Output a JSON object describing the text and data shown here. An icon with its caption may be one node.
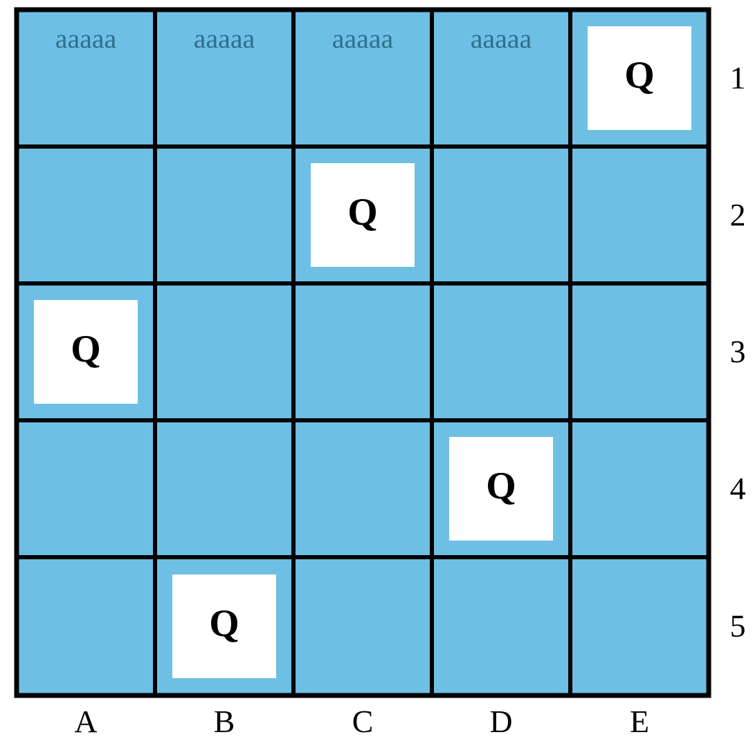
{
  "diagram": {
    "nodes": [
      {
        "text": [
          "Q"
        ]
      },
      {
        "text": [
          "Q"
        ]
      },
      {
        "text": [
          "Q"
        ]
      },
      {
        "text": [
          "Q"
        ]
      },
      {
        "text": [
          "Q"
        ]
      }
    ],
    "labels": [
      "aaaaa",
      "aaaaa",
      "aaaaa",
      "aaaaa",
      "1",
      "2",
      "3",
      "4",
      "5",
      "A",
      "B",
      "C",
      "D",
      "E"
    ]
  }
}
